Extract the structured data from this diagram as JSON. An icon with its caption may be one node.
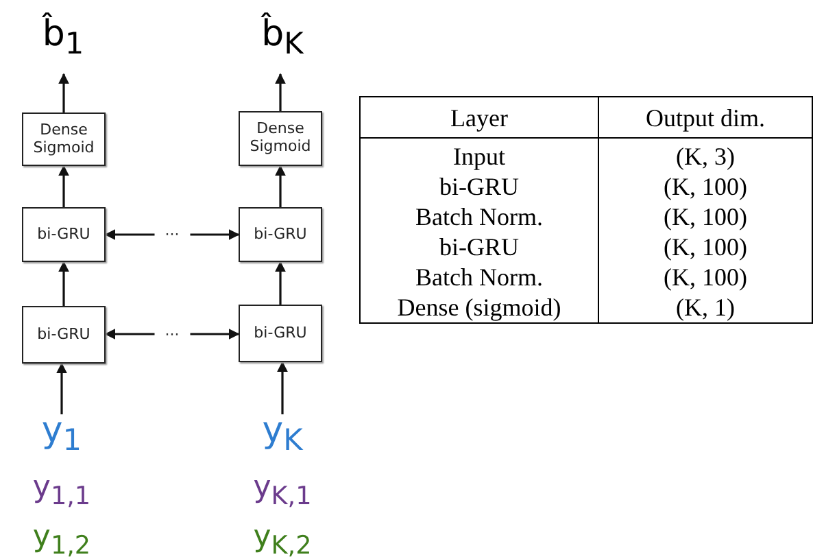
{
  "diagram": {
    "nodes": [
      {
        "text": [
          "b̂$_{1}$"
        ]
      },
      {
        "text": [
          "b̂$_{K}$"
        ]
      },
      {
        "text": [
          "Dense Sigmoid"
        ]
      },
      {
        "text": [
          "Dense Sigmoid"
        ]
      },
      {
        "text": [
          "bi-GRU"
        ]
      },
      {
        "text": [
          "bi-GRU"
        ]
      },
      {
        "text": [
          "bi-GRU"
        ]
      },
      {
        "text": [
          "bi-GRU"
        ]
      },
      {
        "text": [
          "y$_{1}$"
        ]
      },
      {
        "text": [
          "y$_{K}$"
        ]
      }
    ],
    "edges": [
      {
        "from": 2,
        "to": 0,
        "arrow": "to"
      },
      {
        "from": 3,
        "to": 1,
        "arrow": "to"
      },
      {
        "from": 4,
        "to": 2,
        "arrow": "to"
      },
      {
        "from": 5,
        "to": 3,
        "arrow": "to"
      },
      {
        "from": 4,
        "to": 5,
        "arrow": "both",
        "label": "···"
      },
      {
        "from": 6,
        "to": 4,
        "arrow": "to"
      },
      {
        "from": 7,
        "to": 5,
        "arrow": "to"
      },
      {
        "from": 6,
        "to": 7,
        "arrow": "both",
        "label": "···"
      },
      {
        "from": 8,
        "to": 6,
        "arrow": "to"
      },
      {
        "from": 9,
        "to": 7,
        "arrow": "to"
      }
    ],
    "labels": [
      "Layer",
      "Output dim.",
      "Input",
      "(K, 3)",
      "bi-GRU",
      "(K, 100)",
      "Batch Norm.",
      "(K, 100)",
      "bi-GRU",
      "(K, 100)",
      "Batch Norm.",
      "(K, 100)",
      "Dense (sigmoid)",
      "(K, 1)",
      "y$_{1,1}$",
      "y$_{K,1}$",
      "y$_{1,2}$",
      "y$_{K,2}$"
    ]
  }
}
